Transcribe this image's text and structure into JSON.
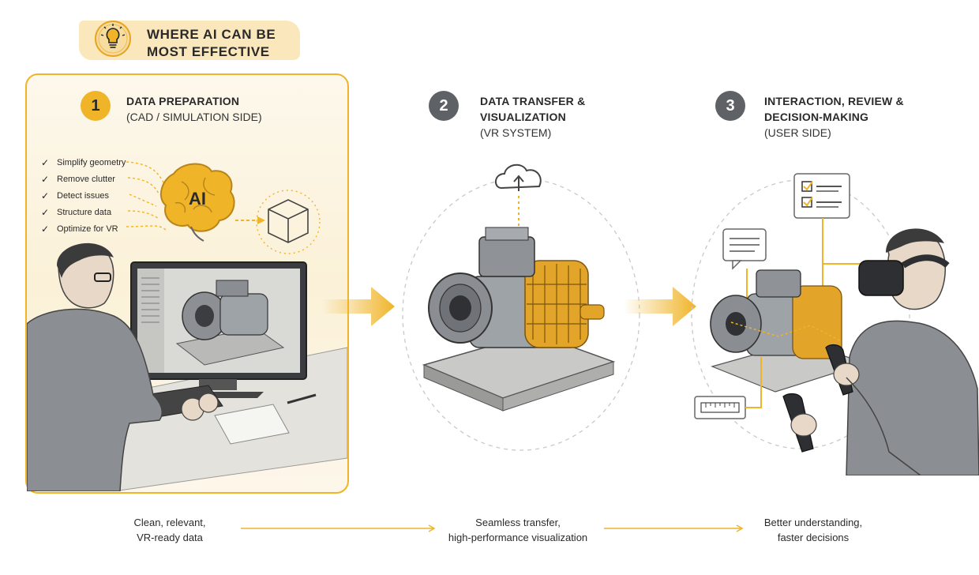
{
  "header": {
    "line1": "WHERE AI CAN BE",
    "line2": "MOST EFFECTIVE",
    "icon": "lightbulb-icon"
  },
  "steps": [
    {
      "number": "1",
      "title_lines": [
        "DATA PREPARATION"
      ],
      "subtitle": "(CAD / SIMULATION SIDE)",
      "checklist": [
        "Simplify geometry",
        "Remove clutter",
        "Detect issues",
        "Structure data",
        "Optimize for VR"
      ],
      "ai_label": "AI"
    },
    {
      "number": "2",
      "title_lines": [
        "DATA TRANSFER &",
        "VISUALIZATION"
      ],
      "subtitle": "(VR SYSTEM)"
    },
    {
      "number": "3",
      "title_lines": [
        "INTERACTION, REVIEW &",
        "DECISION-MAKING"
      ],
      "subtitle": "(USER SIDE)"
    }
  ],
  "footer": [
    {
      "line1": "Clean, relevant,",
      "line2": "VR-ready data"
    },
    {
      "line1": "Seamless transfer,",
      "line2": "high-performance visualization"
    },
    {
      "line1": "Better understanding,",
      "line2": "faster decisions"
    }
  ],
  "colors": {
    "accent": "#f0b429",
    "accent_light": "#f9e3b0",
    "grey_badge": "#5e6266",
    "metal": "#9ea3a8",
    "dark": "#2a2a2a"
  }
}
